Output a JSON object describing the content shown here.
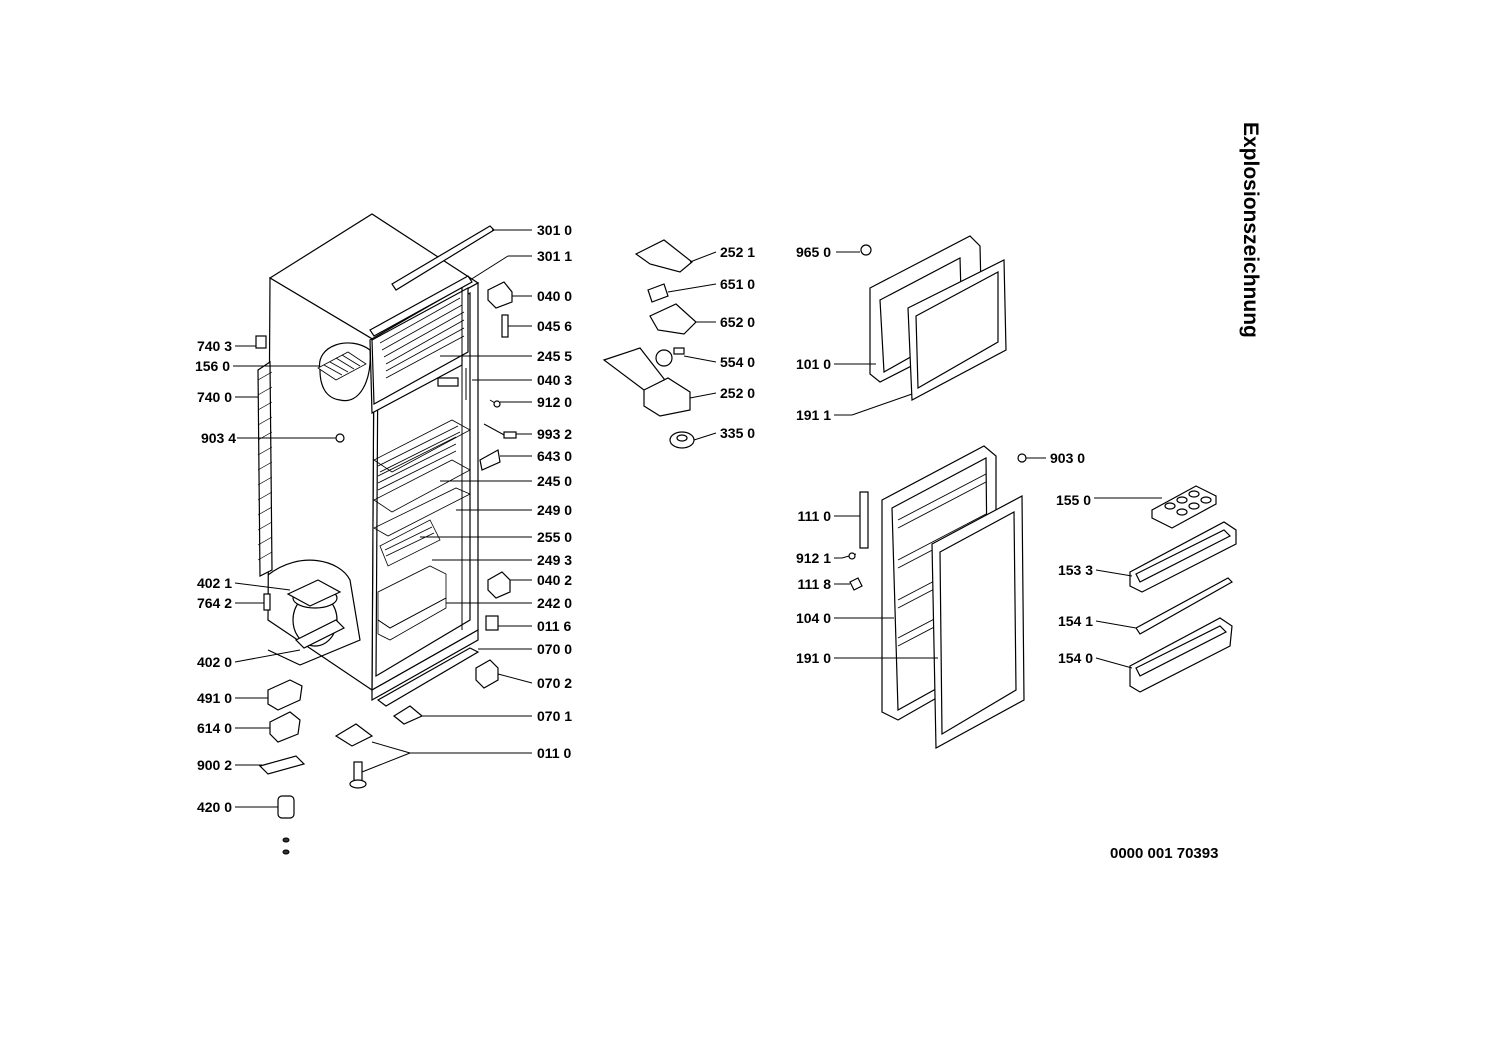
{
  "title": "Explosionszeichnung",
  "document_number": "0000 001 70393",
  "labels": {
    "p3010": "301 0",
    "p3011": "301 1",
    "p0400": "040 0",
    "p0456": "045 6",
    "p2455": "245 5",
    "p0403": "040 3",
    "p9120": "912 0",
    "p9932": "993 2",
    "p6430": "643 0",
    "p2450": "245 0",
    "p2490": "249 0",
    "p2550": "255 0",
    "p2493": "249 3",
    "p0402": "040 2",
    "p2420": "242 0",
    "p0116": "011 6",
    "p0700": "070 0",
    "p0702": "070 2",
    "p0701": "070 1",
    "p0110": "011 0",
    "p7403": "740 3",
    "p1560": "156 0",
    "p7400": "740 0",
    "p9034": "903 4",
    "p4021": "402 1",
    "p7642": "764 2",
    "p4020": "402 0",
    "p4910": "491 0",
    "p6140": "614 0",
    "p9002": "900 2",
    "p4200": "420 0",
    "p2521": "252 1",
    "p6510": "651 0",
    "p6520": "652 0",
    "p5540": "554 0",
    "p2520": "252 0",
    "p3350": "335 0",
    "p9650": "965 0",
    "p1010": "101 0",
    "p1911": "191 1",
    "p9030": "903 0",
    "p1550": "155 0",
    "p1110": "111 0",
    "p9121": "912 1",
    "p1118": "111 8",
    "p1040": "104 0",
    "p1910": "191 0",
    "p1533": "153 3",
    "p1541": "154 1",
    "p1540": "154 0"
  }
}
